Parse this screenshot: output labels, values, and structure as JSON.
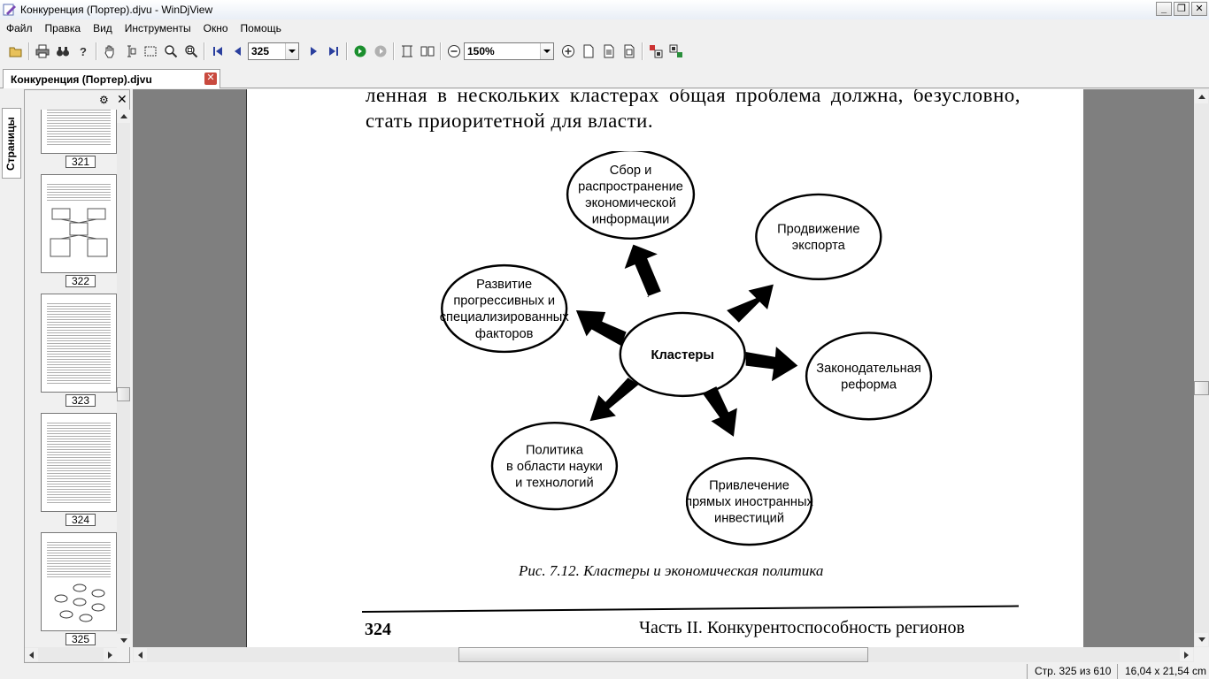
{
  "window": {
    "title": "Конкуренция (Портер).djvu - WinDjView"
  },
  "menu": [
    "Файл",
    "Правка",
    "Вид",
    "Инструменты",
    "Окно",
    "Помощь"
  ],
  "toolbar": {
    "page_value": "325",
    "zoom_value": "150%"
  },
  "tab": {
    "label": "Конкуренция (Портер).djvu"
  },
  "sidebar": {
    "vertical_tab": "Страницы",
    "thumbnails": [
      {
        "label": "321"
      },
      {
        "label": "322"
      },
      {
        "label": "323"
      },
      {
        "label": "324"
      },
      {
        "label": "325"
      }
    ]
  },
  "page": {
    "paragraph_line1": "ленная в нескольких кластерах общая проблема должна, безусловно,",
    "paragraph_line2": "стать приоритетной для власти.",
    "diagram": {
      "center": "Кластеры",
      "nodes": [
        [
          "Сбор и",
          "распространение",
          "экономической",
          "информации"
        ],
        [
          "Продвижение",
          "экспорта"
        ],
        [
          "Законодательная",
          "реформа"
        ],
        [
          "Привлечение",
          "прямых иностранных",
          "инвестиций"
        ],
        [
          "Политика",
          "в области науки",
          "и технологий"
        ],
        [
          "Развитие",
          "прогрессивных и",
          "специализированных",
          "факторов"
        ]
      ]
    },
    "caption": "Рис. 7.12. Кластеры и экономическая политика",
    "page_number": "324",
    "chapter": "Часть II. Конкурентоспособность регионов"
  },
  "status": {
    "page": "Стр. 325 из 610",
    "size": "16,04 x 21,54 cm"
  }
}
